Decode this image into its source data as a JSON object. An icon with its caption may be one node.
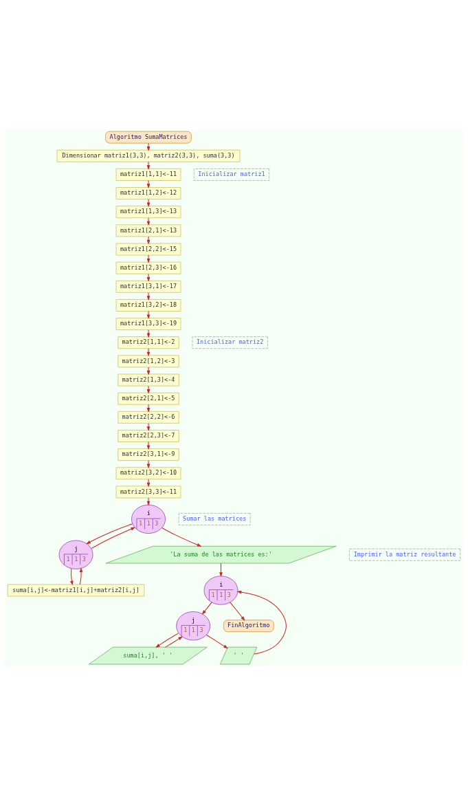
{
  "diagram": {
    "nodes": [
      {
        "text": [
          "Algoritmo SumaMatrices"
        ]
      },
      {
        "text": [
          "Dimensionar matriz1(3,3), matriz2(3,3), suma(3,3)"
        ]
      },
      {
        "text": [
          "Inicializar matriz1"
        ]
      },
      {
        "text": [
          "matriz1[1,1]<-11"
        ]
      },
      {
        "text": [
          "matriz1[1,2]<-12"
        ]
      },
      {
        "text": [
          "matriz1[1,3]<-13"
        ]
      },
      {
        "text": [
          "matriz1[2,1]<-13"
        ]
      },
      {
        "text": [
          "matriz1[2,2]<-15"
        ]
      },
      {
        "text": [
          "matriz1[2,3]<-16"
        ]
      },
      {
        "text": [
          "matriz1[3,1]<-17"
        ]
      },
      {
        "text": [
          "matriz1[3,2]<-18"
        ]
      },
      {
        "text": [
          "matriz1[3,3]<-19"
        ]
      },
      {
        "text": [
          "Inicializar matriz2"
        ]
      },
      {
        "text": [
          "matriz2[1,1]<-2"
        ]
      },
      {
        "text": [
          "matriz2[1,2]<-3"
        ]
      },
      {
        "text": [
          "matriz2[1,3]<-4"
        ]
      },
      {
        "text": [
          "matriz2[2,1]<-5"
        ]
      },
      {
        "text": [
          "matriz2[2,2]<-6"
        ]
      },
      {
        "text": [
          "matriz2[2,3]<-7"
        ]
      },
      {
        "text": [
          "matriz2[3,1]<-9"
        ]
      },
      {
        "text": [
          "matriz2[3,2]<-10"
        ]
      },
      {
        "text": [
          "matriz2[3,3]<-11"
        ]
      },
      {
        "text": [
          "Sumar las matrices"
        ]
      },
      {
        "text": [
          "i",
          "1",
          "1",
          "3"
        ]
      },
      {
        "text": [
          "j",
          "1",
          "1",
          "3"
        ]
      },
      {
        "text": [
          "suma[i,j]<-matriz1[i,j]+matriz2[i,j]"
        ]
      },
      {
        "text": [
          "Imprimir la matriz resultante"
        ]
      },
      {
        "text": [
          "'La suma de las matrices es:'"
        ]
      },
      {
        "text": [
          "i",
          "1",
          "1",
          "3"
        ]
      },
      {
        "text": [
          "j",
          "1",
          "1",
          "3"
        ]
      },
      {
        "text": [
          "suma[i,j], ' '"
        ]
      },
      {
        "text": [
          "' '"
        ]
      },
      {
        "text": [
          "FinAlgoritmo"
        ]
      }
    ],
    "edges": [
      {
        "from": 0,
        "to": 1,
        "arrow": "to"
      },
      {
        "from": 1,
        "to": 3,
        "arrow": "to"
      },
      {
        "from": 3,
        "to": 4,
        "arrow": "to"
      },
      {
        "from": 4,
        "to": 5,
        "arrow": "to"
      },
      {
        "from": 5,
        "to": 6,
        "arrow": "to"
      },
      {
        "from": 6,
        "to": 7,
        "arrow": "to"
      },
      {
        "from": 7,
        "to": 8,
        "arrow": "to"
      },
      {
        "from": 8,
        "to": 9,
        "arrow": "to"
      },
      {
        "from": 9,
        "to": 10,
        "arrow": "to"
      },
      {
        "from": 10,
        "to": 11,
        "arrow": "to"
      },
      {
        "from": 11,
        "to": 13,
        "arrow": "to"
      },
      {
        "from": 13,
        "to": 14,
        "arrow": "to"
      },
      {
        "from": 14,
        "to": 15,
        "arrow": "to"
      },
      {
        "from": 15,
        "to": 16,
        "arrow": "to"
      },
      {
        "from": 16,
        "to": 17,
        "arrow": "to"
      },
      {
        "from": 17,
        "to": 18,
        "arrow": "to"
      },
      {
        "from": 18,
        "to": 19,
        "arrow": "to"
      },
      {
        "from": 19,
        "to": 20,
        "arrow": "to"
      },
      {
        "from": 20,
        "to": 21,
        "arrow": "to"
      },
      {
        "from": 21,
        "to": 23,
        "arrow": "to"
      },
      {
        "from": 23,
        "to": 24,
        "arrow": "to"
      },
      {
        "from": 24,
        "to": 25,
        "arrow": "to"
      },
      {
        "from": 25,
        "to": 24,
        "arrow": "to"
      },
      {
        "from": 24,
        "to": 23,
        "arrow": "to"
      },
      {
        "from": 23,
        "to": 27,
        "arrow": "to"
      },
      {
        "from": 27,
        "to": 28,
        "arrow": "to"
      },
      {
        "from": 28,
        "to": 29,
        "arrow": "to"
      },
      {
        "from": 29,
        "to": 30,
        "arrow": "to"
      },
      {
        "from": 30,
        "to": 29,
        "arrow": "to"
      },
      {
        "from": 29,
        "to": 31,
        "arrow": "to"
      },
      {
        "from": 31,
        "to": 28,
        "arrow": "to"
      },
      {
        "from": 28,
        "to": 32,
        "arrow": "to"
      }
    ]
  }
}
